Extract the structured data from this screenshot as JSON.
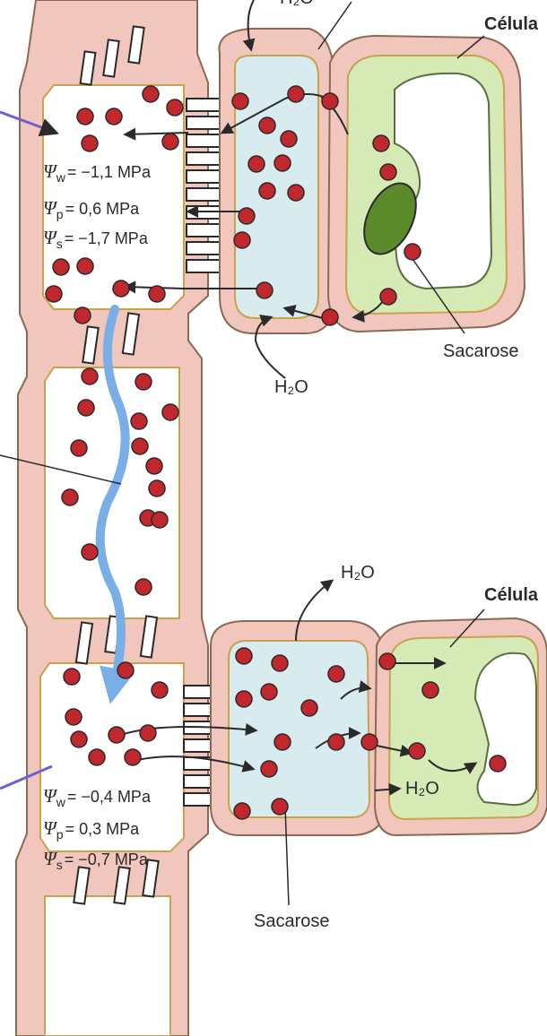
{
  "labels": {
    "h2o": "H₂O",
    "celula": "Célula",
    "sacarose": "Sacarose"
  },
  "source_values": {
    "w_symbol": "Ψ",
    "w_sub": "w",
    "w_value": "= −1,1 MPa",
    "p_symbol": "Ψ",
    "p_sub": "p",
    "p_value": "=  0,6 MPa",
    "s_symbol": "Ψ",
    "s_sub": "s",
    "s_value": "= −1,7 MPa"
  },
  "sink_values": {
    "w_symbol": "Ψ",
    "w_sub": "w",
    "w_value": "= −0,4 MPa",
    "p_symbol": "Ψ",
    "p_sub": "p",
    "p_value": "=  0,3 MPa",
    "s_symbol": "Ψ",
    "s_sub": "s",
    "s_value": "= −0,7 MPa"
  },
  "colors": {
    "wall": "#f0c6bd",
    "wall_stroke": "#8a6a52",
    "inner_line": "#c9a24e",
    "cytoplasm": "#d8ecef",
    "vacuole_zone": "#d6eab6",
    "vacuole": "#ffffff",
    "nucleus": "#5b8a2a",
    "sucrose": "#c0282e",
    "flow_arrow": "#7aaee6",
    "arrow": "#2a2a2a"
  }
}
